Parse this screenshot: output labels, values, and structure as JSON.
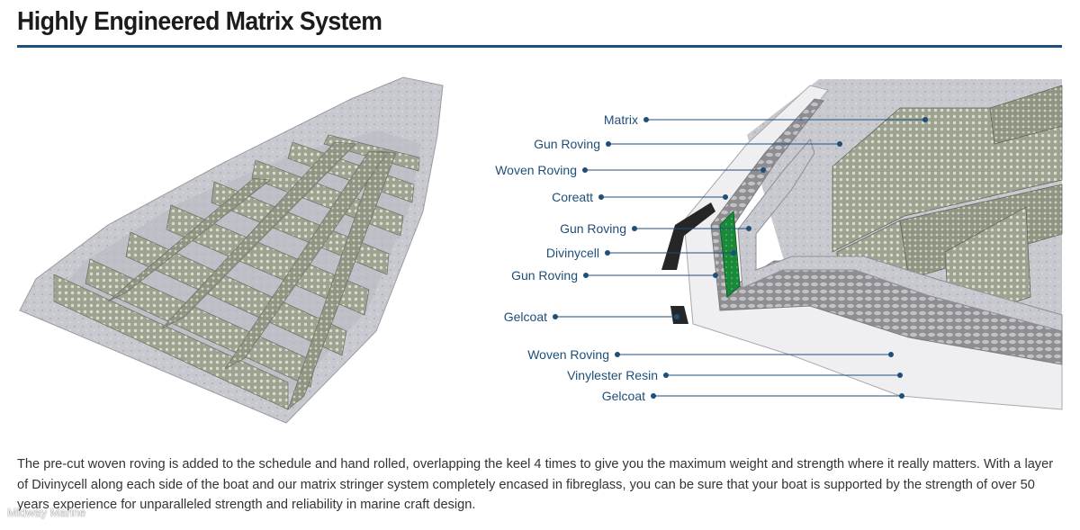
{
  "header": {
    "title": "Highly Engineered Matrix System"
  },
  "diagram": {
    "layer_labels": [
      "Matrix",
      "Gun Roving",
      "Woven Roving",
      "Coreatt",
      "Gun Roving",
      "Divinycell",
      "Gun Roving",
      "Gelcoat",
      "Woven Roving",
      "Vinylester Resin",
      "Gelcoat"
    ]
  },
  "description": "The pre-cut woven roving is added to the schedule and hand rolled, overlapping the keel 4 times to give you the maximum weight and strength where it really matters. With a layer of Divinycell along each side of the boat and our matrix stringer system completely encased in fibreglass, you can be sure that your boat is supported by the strength of over 50 years experience for unparalleled strength and reliability in marine craft design.",
  "watermark": "Midway Marine",
  "colors": {
    "accent": "#1f4e79",
    "divinycell": "#1a8a3a",
    "matrix": "#a7ab9a",
    "hull": "#c9cad0"
  }
}
